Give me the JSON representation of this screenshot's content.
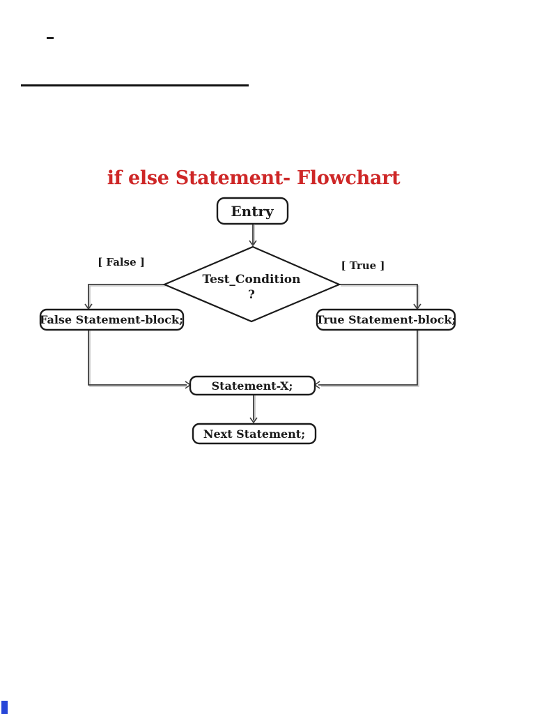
{
  "title": {
    "text": "if else Statement- Flowchart",
    "color": "#ce2727"
  },
  "artifacts": {
    "top_dash": "–"
  },
  "flowchart": {
    "nodes": [
      {
        "id": "entry",
        "shape": "rounded-rect",
        "label": "Entry"
      },
      {
        "id": "test-condition",
        "shape": "diamond",
        "label": "Test_Condition",
        "sublabel": "?"
      },
      {
        "id": "false-block",
        "shape": "rounded-rect",
        "label": "False Statement-block;"
      },
      {
        "id": "true-block",
        "shape": "rounded-rect",
        "label": "True Statement-block;"
      },
      {
        "id": "statement-x",
        "shape": "rounded-rect",
        "label": "Statement-X;"
      },
      {
        "id": "next-statement",
        "shape": "rounded-rect",
        "label": "Next Statement;"
      }
    ],
    "branch_labels": {
      "false": "[ False ]",
      "true": "[ True ]"
    },
    "edges": [
      {
        "from": "entry",
        "to": "test-condition",
        "label": ""
      },
      {
        "from": "test-condition",
        "to": "false-block",
        "label": "[ False ]"
      },
      {
        "from": "test-condition",
        "to": "true-block",
        "label": "[ True ]"
      },
      {
        "from": "false-block",
        "to": "statement-x",
        "label": ""
      },
      {
        "from": "true-block",
        "to": "statement-x",
        "label": ""
      },
      {
        "from": "statement-x",
        "to": "next-statement",
        "label": ""
      }
    ]
  },
  "colors": {
    "title_red": "#ce2727",
    "shape_stroke": "#1b1b1b",
    "connector_dark": "#3c3c3c",
    "connector_shadow": "#c2c2c2",
    "corner_marker_blue": "#2746d8",
    "background": "#ffffff"
  }
}
